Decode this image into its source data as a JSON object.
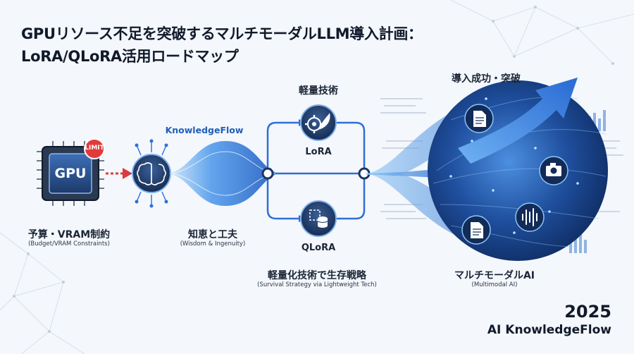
{
  "title": {
    "line1": "GPUリソース不足を突破するマルチモーダルLLM導入計画：",
    "line2": "LoRA/QLoRA活用ロードマップ"
  },
  "gpu": {
    "chip_label": "GPU",
    "limit_badge": "LIMIT",
    "caption_main": "予算・VRAM制約",
    "caption_sub": "(Budget/VRAM Constraints)"
  },
  "knowledge": {
    "flow_label": "KnowledgeFlow",
    "caption_main": "知恵と工夫",
    "caption_sub": "(Wisdom & Ingenuity)"
  },
  "lightweight": {
    "header": "軽量技術",
    "lora_label": "LoRA",
    "qlora_label": "QLoRA",
    "caption_main": "軽量化技術で生存戦略",
    "caption_sub": "(Survival Strategy via Lightweight Tech)"
  },
  "multimodal": {
    "header": "導入成功・突破",
    "caption_main": "マルチモーダルAI",
    "caption_sub": "(Multimodal AI)"
  },
  "footer": {
    "year": "2025",
    "brand": "AI KnowledgeFlow"
  },
  "icons": [
    "cpu-chip-icon",
    "brain-circuit-icon",
    "gear-leaf-icon",
    "compress-database-icon",
    "document-icon",
    "camera-icon",
    "waveform-icon",
    "arrow-up-right-icon"
  ],
  "colors": {
    "accent_blue": "#2f6fd6",
    "deep_navy": "#1b3566",
    "limit_red": "#e23a3a",
    "light_blue": "#8ec5f5"
  }
}
